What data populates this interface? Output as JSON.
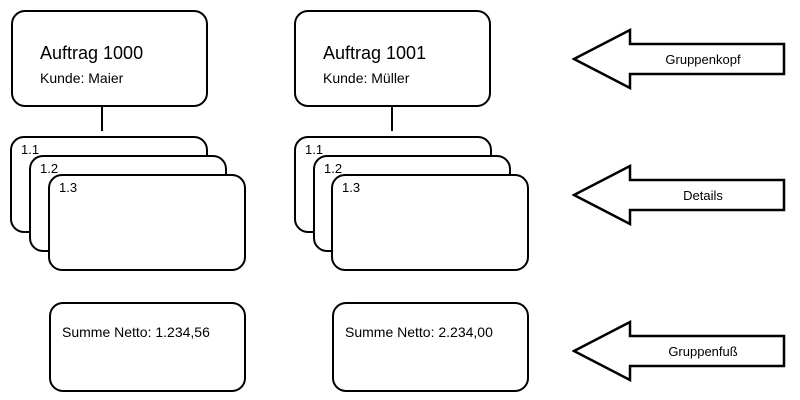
{
  "groups": [
    {
      "header": {
        "title": "Auftrag 1000",
        "customer": "Kunde: Maier"
      },
      "details": [
        "1.1",
        "1.2",
        "1.3"
      ],
      "footer": {
        "sum": "Summe Netto: 1.234,56"
      }
    },
    {
      "header": {
        "title": "Auftrag 1001",
        "customer": "Kunde: Müller"
      },
      "details": [
        "1.1",
        "1.2",
        "1.3"
      ],
      "footer": {
        "sum": "Summe Netto: 2.234,00"
      }
    }
  ],
  "labels": {
    "group_header": "Gruppenkopf",
    "details": "Details",
    "group_footer": "Gruppenfuß"
  }
}
